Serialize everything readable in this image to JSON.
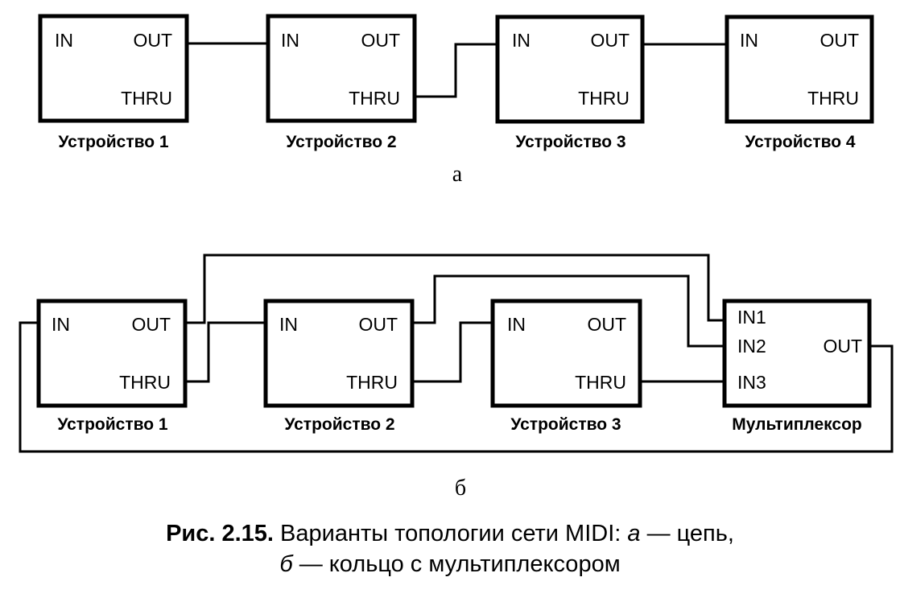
{
  "diagram_a": {
    "sublabel": "а",
    "devices": [
      {
        "name": "Устройство 1",
        "ports": [
          "IN",
          "OUT",
          "THRU"
        ]
      },
      {
        "name": "Устройство 2",
        "ports": [
          "IN",
          "OUT",
          "THRU"
        ]
      },
      {
        "name": "Устройство 3",
        "ports": [
          "IN",
          "OUT",
          "THRU"
        ]
      },
      {
        "name": "Устройство 4",
        "ports": [
          "IN",
          "OUT",
          "THRU"
        ]
      }
    ],
    "connections": [
      {
        "from": "Устройство 1.OUT",
        "to": "Устройство 2.IN"
      },
      {
        "from": "Устройство 2.THRU",
        "to": "Устройство 3.IN"
      },
      {
        "from": "Устройство 3.OUT",
        "to": "Устройство 4.IN"
      }
    ]
  },
  "diagram_b": {
    "sublabel": "б",
    "devices": [
      {
        "name": "Устройство 1",
        "ports": [
          "IN",
          "OUT",
          "THRU"
        ]
      },
      {
        "name": "Устройство 2",
        "ports": [
          "IN",
          "OUT",
          "THRU"
        ]
      },
      {
        "name": "Устройство 3",
        "ports": [
          "IN",
          "OUT",
          "THRU"
        ]
      }
    ],
    "multiplexer": {
      "name": "Мультиплексор",
      "ports": [
        "IN1",
        "IN2",
        "IN3",
        "OUT"
      ]
    },
    "connections": [
      {
        "from": "Устройство 1.OUT",
        "to": "Мультиплексор.IN1"
      },
      {
        "from": "Устройство 1.THRU",
        "to": "Устройство 2.IN"
      },
      {
        "from": "Устройство 2.OUT",
        "to": "Мультиплексор.IN2"
      },
      {
        "from": "Устройство 2.THRU",
        "to": "Устройство 3.IN"
      },
      {
        "from": "Устройство 3.THRU",
        "to": "Мультиплексор.IN3"
      },
      {
        "from": "Мультиплексор.OUT",
        "to": "Устройство 1.IN"
      }
    ]
  },
  "caption": {
    "fig_number": "Рис. 2.15.",
    "line1_text": " Варианты топологии сети MIDI: ",
    "a_letter": "а",
    "a_text": " — цепь,",
    "b_letter": "б",
    "b_text": " — кольцо с мультиплексором"
  }
}
